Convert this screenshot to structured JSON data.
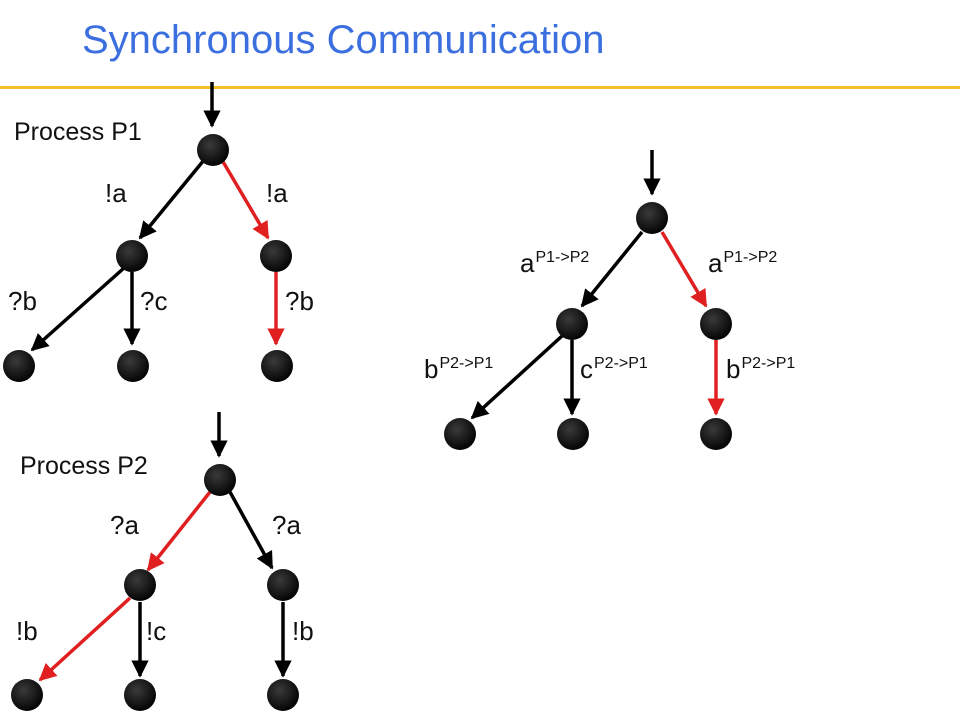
{
  "title": "Synchronous Communication",
  "colors": {
    "title": "#3b6fe0",
    "rule": "#f5c026",
    "edge_normal": "#000000",
    "edge_highlight": "#e02020",
    "node": "#000000"
  },
  "p1": {
    "label": "Process P1",
    "edges": [
      {
        "label": "!a"
      },
      {
        "label": "!a"
      },
      {
        "label": "?b"
      },
      {
        "label": "?c"
      },
      {
        "label": "?b"
      }
    ]
  },
  "p2": {
    "label": "Process P2",
    "edges": [
      {
        "label": "?a"
      },
      {
        "label": "?a"
      },
      {
        "label": "!b"
      },
      {
        "label": "!c"
      },
      {
        "label": "!b"
      }
    ]
  },
  "product": {
    "edges": [
      {
        "label": "a",
        "sup": "P1->P2"
      },
      {
        "label": "a",
        "sup": "P1->P2"
      },
      {
        "label": "b",
        "sup": "P2->P1"
      },
      {
        "label": "c",
        "sup": "P2->P1"
      },
      {
        "label": "b",
        "sup": "P2->P1"
      }
    ]
  }
}
